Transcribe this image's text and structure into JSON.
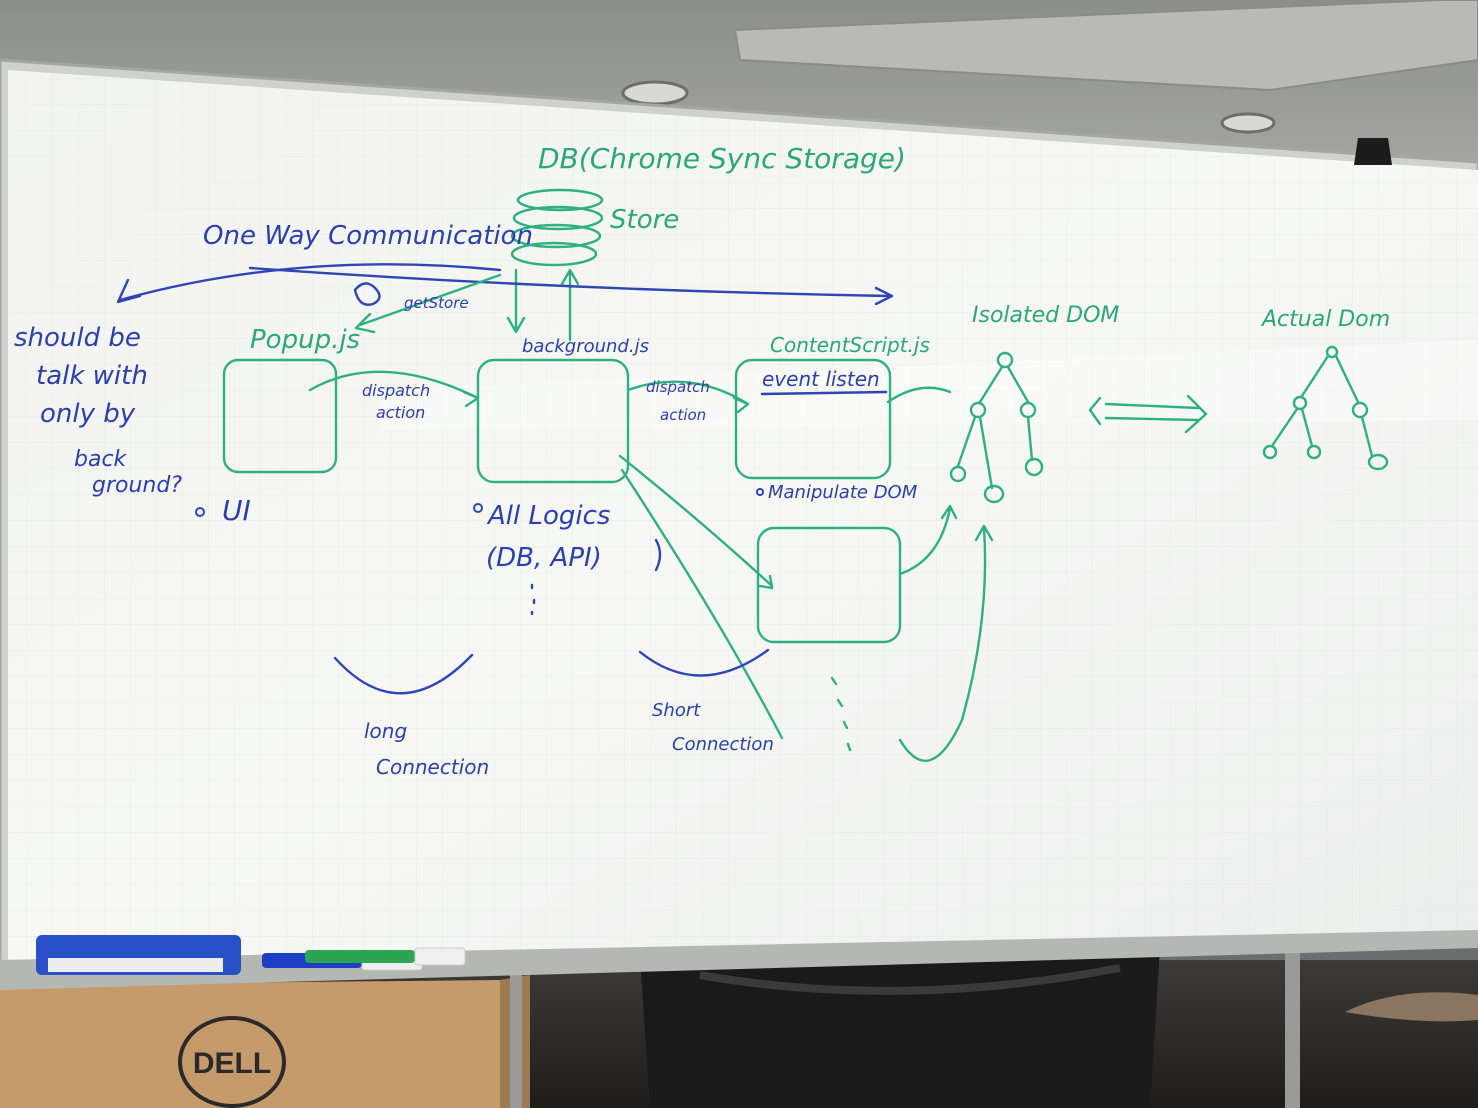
{
  "board": {
    "db_title": "DB(Chrome Sync Storage)",
    "store_label": "Store",
    "one_way_label": "One Way Communication",
    "get_store_label": "getStore",
    "popup_label": "Popup.js",
    "background_label": "background.js",
    "content_label": "ContentScript.js",
    "event_listen_label": "event listen",
    "dispatch_action_1_line1": "dispatch",
    "dispatch_action_1_line2": "action",
    "dispatch_action_2_line1": "dispatch",
    "dispatch_action_2_line2": "action",
    "manipulate_dom_label": "Manipulate DOM",
    "isolated_dom_label": "Isolated DOM",
    "actual_dom_label": "Actual Dom",
    "question_line1": "should be",
    "question_line2": "talk with",
    "question_line3": "only by",
    "question_line4": "back",
    "question_line5": "ground?",
    "ui_label": "UI",
    "all_logics_label": "All Logics",
    "db_api_label": "(DB, API)",
    "long_line1": "long",
    "long_line2": "Connection",
    "short_line1": "Short",
    "short_line2": "Connection"
  },
  "colors": {
    "board": "#f4f5f3",
    "marker_blue": "#2b3fae",
    "marker_green": "#2aa876",
    "eraser": "#2a50c8"
  },
  "props": {
    "box_brand": "DELL"
  }
}
